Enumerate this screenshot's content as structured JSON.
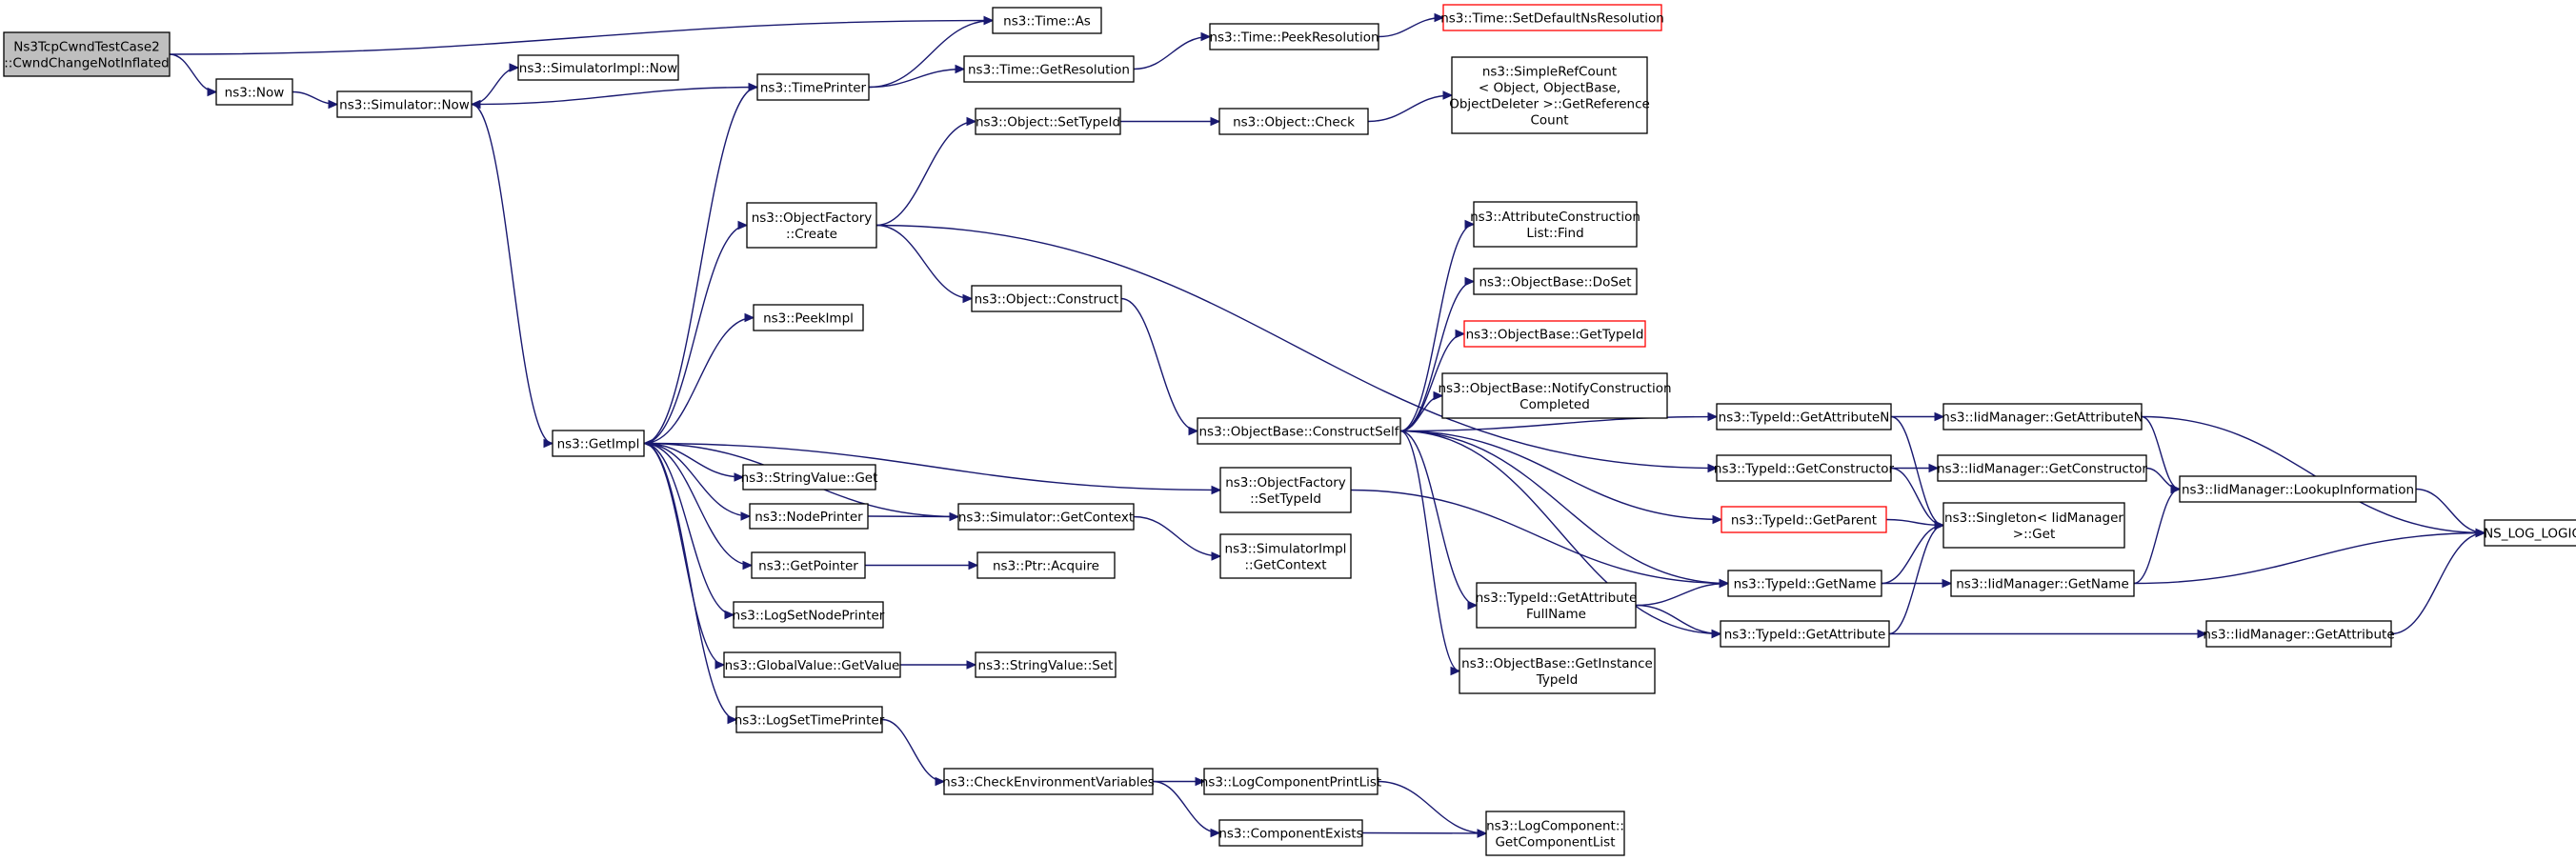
{
  "diagram": {
    "title": "",
    "colors": {
      "edge": "#191970",
      "root_fill": "#bfbfbf",
      "highlight_border": "#ff0000"
    },
    "nodes": [
      {
        "id": "root",
        "lines": [
          "Ns3TcpCwndTestCase2",
          "::CwndChangeNotInflated"
        ],
        "style": "root"
      },
      {
        "id": "now",
        "lines": [
          "ns3::Now"
        ]
      },
      {
        "id": "simnow",
        "lines": [
          "ns3::Simulator::Now"
        ]
      },
      {
        "id": "simimplnow",
        "lines": [
          "ns3::SimulatorImpl::Now"
        ]
      },
      {
        "id": "timeprinter",
        "lines": [
          "ns3::TimePrinter"
        ]
      },
      {
        "id": "timeas",
        "lines": [
          "ns3::Time::As"
        ]
      },
      {
        "id": "getres",
        "lines": [
          "ns3::Time::GetResolution"
        ]
      },
      {
        "id": "peekres",
        "lines": [
          "ns3::Time::PeekResolution"
        ]
      },
      {
        "id": "setdefres",
        "lines": [
          "ns3::Time::SetDefaultNsResolution"
        ],
        "style": "red"
      },
      {
        "id": "objsettid",
        "lines": [
          "ns3::Object::SetTypeId"
        ]
      },
      {
        "id": "objcheck",
        "lines": [
          "ns3::Object::Check"
        ]
      },
      {
        "id": "refcount",
        "lines": [
          "ns3::SimpleRefCount",
          "< Object, ObjectBase,",
          "ObjectDeleter >::GetReference",
          "Count"
        ]
      },
      {
        "id": "ofcreate",
        "lines": [
          "ns3::ObjectFactory",
          "::Create"
        ]
      },
      {
        "id": "objconstruct",
        "lines": [
          "ns3::Object::Construct"
        ]
      },
      {
        "id": "peekimpl",
        "lines": [
          "ns3::PeekImpl"
        ]
      },
      {
        "id": "getimpl",
        "lines": [
          "ns3::GetImpl"
        ]
      },
      {
        "id": "strget",
        "lines": [
          "ns3::StringValue::Get"
        ]
      },
      {
        "id": "nodeprinter",
        "lines": [
          "ns3::NodePrinter"
        ]
      },
      {
        "id": "simgetctx",
        "lines": [
          "ns3::Simulator::GetContext"
        ]
      },
      {
        "id": "getpointer",
        "lines": [
          "ns3::GetPointer"
        ]
      },
      {
        "id": "ptracquire",
        "lines": [
          "ns3::Ptr::Acquire"
        ]
      },
      {
        "id": "logsetnode",
        "lines": [
          "ns3::LogSetNodePrinter"
        ]
      },
      {
        "id": "gvgetvalue",
        "lines": [
          "ns3::GlobalValue::GetValue"
        ]
      },
      {
        "id": "strset",
        "lines": [
          "ns3::StringValue::Set"
        ]
      },
      {
        "id": "logsettime",
        "lines": [
          "ns3::LogSetTimePrinter"
        ]
      },
      {
        "id": "checkenv",
        "lines": [
          "ns3::CheckEnvironmentVariables"
        ]
      },
      {
        "id": "logcompprint",
        "lines": [
          "ns3::LogComponentPrintList"
        ]
      },
      {
        "id": "compexists",
        "lines": [
          "ns3::ComponentExists"
        ]
      },
      {
        "id": "getcomplist",
        "lines": [
          "ns3::LogComponent::",
          "GetComponentList"
        ]
      },
      {
        "id": "ofsettid",
        "lines": [
          "ns3::ObjectFactory",
          "::SetTypeId"
        ]
      },
      {
        "id": "simimplctx",
        "lines": [
          "ns3::SimulatorImpl",
          "::GetContext"
        ]
      },
      {
        "id": "constructself",
        "lines": [
          "ns3::ObjectBase::ConstructSelf"
        ]
      },
      {
        "id": "attrfind",
        "lines": [
          "ns3::AttributeConstruction",
          "List::Find"
        ]
      },
      {
        "id": "doset",
        "lines": [
          "ns3::ObjectBase::DoSet"
        ]
      },
      {
        "id": "obgettid",
        "lines": [
          "ns3::ObjectBase::GetTypeId"
        ],
        "style": "red"
      },
      {
        "id": "notifyconst",
        "lines": [
          "ns3::ObjectBase::NotifyConstruction",
          "Completed"
        ]
      },
      {
        "id": "tidgetattrfull",
        "lines": [
          "ns3::TypeId::GetAttribute",
          "FullName"
        ]
      },
      {
        "id": "getinstancetid",
        "lines": [
          "ns3::ObjectBase::GetInstance",
          "TypeId"
        ]
      },
      {
        "id": "tidgetattrn",
        "lines": [
          "ns3::TypeId::GetAttributeN"
        ]
      },
      {
        "id": "tidgetctor",
        "lines": [
          "ns3::TypeId::GetConstructor"
        ]
      },
      {
        "id": "tidgetparent",
        "lines": [
          "ns3::TypeId::GetParent"
        ],
        "style": "red"
      },
      {
        "id": "tidgetname",
        "lines": [
          "ns3::TypeId::GetName"
        ]
      },
      {
        "id": "tidgetattr",
        "lines": [
          "ns3::TypeId::GetAttribute"
        ]
      },
      {
        "id": "iidgetattrn",
        "lines": [
          "ns3::IidManager::GetAttributeN"
        ]
      },
      {
        "id": "iidgetctor",
        "lines": [
          "ns3::IidManager::GetConstructor"
        ]
      },
      {
        "id": "singleton",
        "lines": [
          "ns3::Singleton< IidManager",
          "  >::Get"
        ]
      },
      {
        "id": "iidgetname",
        "lines": [
          "ns3::IidManager::GetName"
        ]
      },
      {
        "id": "iidgetattr",
        "lines": [
          "ns3::IidManager::GetAttribute"
        ]
      },
      {
        "id": "lookup",
        "lines": [
          "ns3::IidManager::LookupInformation"
        ]
      },
      {
        "id": "nslog",
        "lines": [
          "NS_LOG_LOGIC"
        ]
      }
    ],
    "edges": [
      [
        "root",
        "timeas"
      ],
      [
        "root",
        "now"
      ],
      [
        "now",
        "simnow"
      ],
      [
        "simnow",
        "simimplnow"
      ],
      [
        "simnow",
        "getimpl"
      ],
      [
        "timeprinter",
        "simnow"
      ],
      [
        "timeprinter",
        "timeas"
      ],
      [
        "timeprinter",
        "getres"
      ],
      [
        "getres",
        "peekres"
      ],
      [
        "peekres",
        "setdefres"
      ],
      [
        "getimpl",
        "timeprinter"
      ],
      [
        "getimpl",
        "ofcreate"
      ],
      [
        "getimpl",
        "peekimpl"
      ],
      [
        "getimpl",
        "strget"
      ],
      [
        "getimpl",
        "nodeprinter"
      ],
      [
        "getimpl",
        "getpointer"
      ],
      [
        "getimpl",
        "logsetnode"
      ],
      [
        "getimpl",
        "gvgetvalue"
      ],
      [
        "getimpl",
        "logsettime"
      ],
      [
        "getimpl",
        "ofsettid"
      ],
      [
        "simgetctx",
        "getimpl"
      ],
      [
        "nodeprinter",
        "simgetctx"
      ],
      [
        "simgetctx",
        "simimplctx"
      ],
      [
        "getpointer",
        "ptracquire"
      ],
      [
        "gvgetvalue",
        "strset"
      ],
      [
        "logsettime",
        "checkenv"
      ],
      [
        "checkenv",
        "logcompprint"
      ],
      [
        "checkenv",
        "compexists"
      ],
      [
        "logcompprint",
        "getcomplist"
      ],
      [
        "compexists",
        "getcomplist"
      ],
      [
        "ofcreate",
        "objsettid"
      ],
      [
        "ofcreate",
        "objconstruct"
      ],
      [
        "ofcreate",
        "tidgetctor"
      ],
      [
        "objsettid",
        "objcheck"
      ],
      [
        "objcheck",
        "refcount"
      ],
      [
        "objconstruct",
        "constructself"
      ],
      [
        "ofsettid",
        "tidgetname"
      ],
      [
        "constructself",
        "attrfind"
      ],
      [
        "constructself",
        "doset"
      ],
      [
        "constructself",
        "obgettid"
      ],
      [
        "constructself",
        "notifyconst"
      ],
      [
        "constructself",
        "tidgetattrn"
      ],
      [
        "constructself",
        "tidgetparent"
      ],
      [
        "constructself",
        "tidgetname"
      ],
      [
        "constructself",
        "tidgetattrfull"
      ],
      [
        "constructself",
        "getinstancetid"
      ],
      [
        "constructself",
        "tidgetattr"
      ],
      [
        "tidgetattrfull",
        "tidgetname"
      ],
      [
        "tidgetattrfull",
        "tidgetattr"
      ],
      [
        "tidgetattrn",
        "iidgetattrn"
      ],
      [
        "tidgetattrn",
        "singleton"
      ],
      [
        "tidgetctor",
        "iidgetctor"
      ],
      [
        "tidgetctor",
        "singleton"
      ],
      [
        "tidgetparent",
        "singleton"
      ],
      [
        "tidgetname",
        "singleton"
      ],
      [
        "tidgetname",
        "iidgetname"
      ],
      [
        "tidgetattr",
        "singleton"
      ],
      [
        "tidgetattr",
        "iidgetattr"
      ],
      [
        "iidgetattrn",
        "lookup"
      ],
      [
        "iidgetattrn",
        "nslog"
      ],
      [
        "iidgetctor",
        "lookup"
      ],
      [
        "iidgetname",
        "lookup"
      ],
      [
        "iidgetname",
        "nslog"
      ],
      [
        "iidgetattr",
        "nslog"
      ],
      [
        "lookup",
        "nslog"
      ]
    ]
  }
}
